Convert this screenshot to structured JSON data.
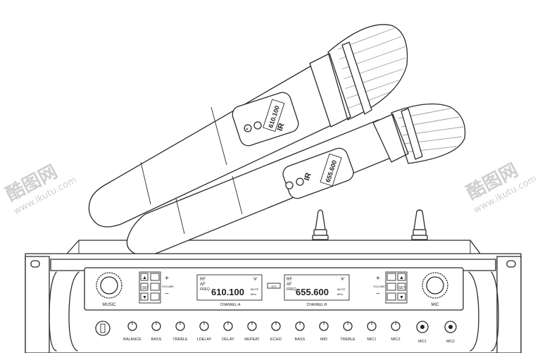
{
  "watermark": {
    "logo": "酷图网",
    "url": "www.ikutu.com"
  },
  "microphones": {
    "mic_a": {
      "display": "610.100",
      "ir_label": "IR"
    },
    "mic_b": {
      "display": "655.600",
      "ir_label": "IR"
    }
  },
  "receiver": {
    "left_knob_label": "MUSIC",
    "right_knob_label": "MIC",
    "volume_label": "VOLUME",
    "set_label": "SET",
    "plus_label": "+",
    "minus_label": "−",
    "sync_label": "sync",
    "channel_a": {
      "name": "CHANNEL-A",
      "rf": "RF",
      "af": "AF",
      "freq_label": "FREQ",
      "frequency": "610.100",
      "mute": "MUTE",
      "unit": "MHz"
    },
    "channel_b": {
      "name": "CHANNEL-B",
      "rf": "RF",
      "af": "AF",
      "freq_label": "FREQ",
      "frequency": "655.600",
      "mute": "MUTE",
      "unit": "MHz"
    },
    "bottom_controls": [
      "BALANCE",
      "BASS",
      "TREBLE",
      "LDELAY",
      "DELAY",
      "REPEAT",
      "ECHO",
      "BASS",
      "MID",
      "TREBLE",
      "MIC1",
      "MIC2"
    ],
    "jack_labels": [
      "MIC1",
      "MIC2"
    ]
  }
}
